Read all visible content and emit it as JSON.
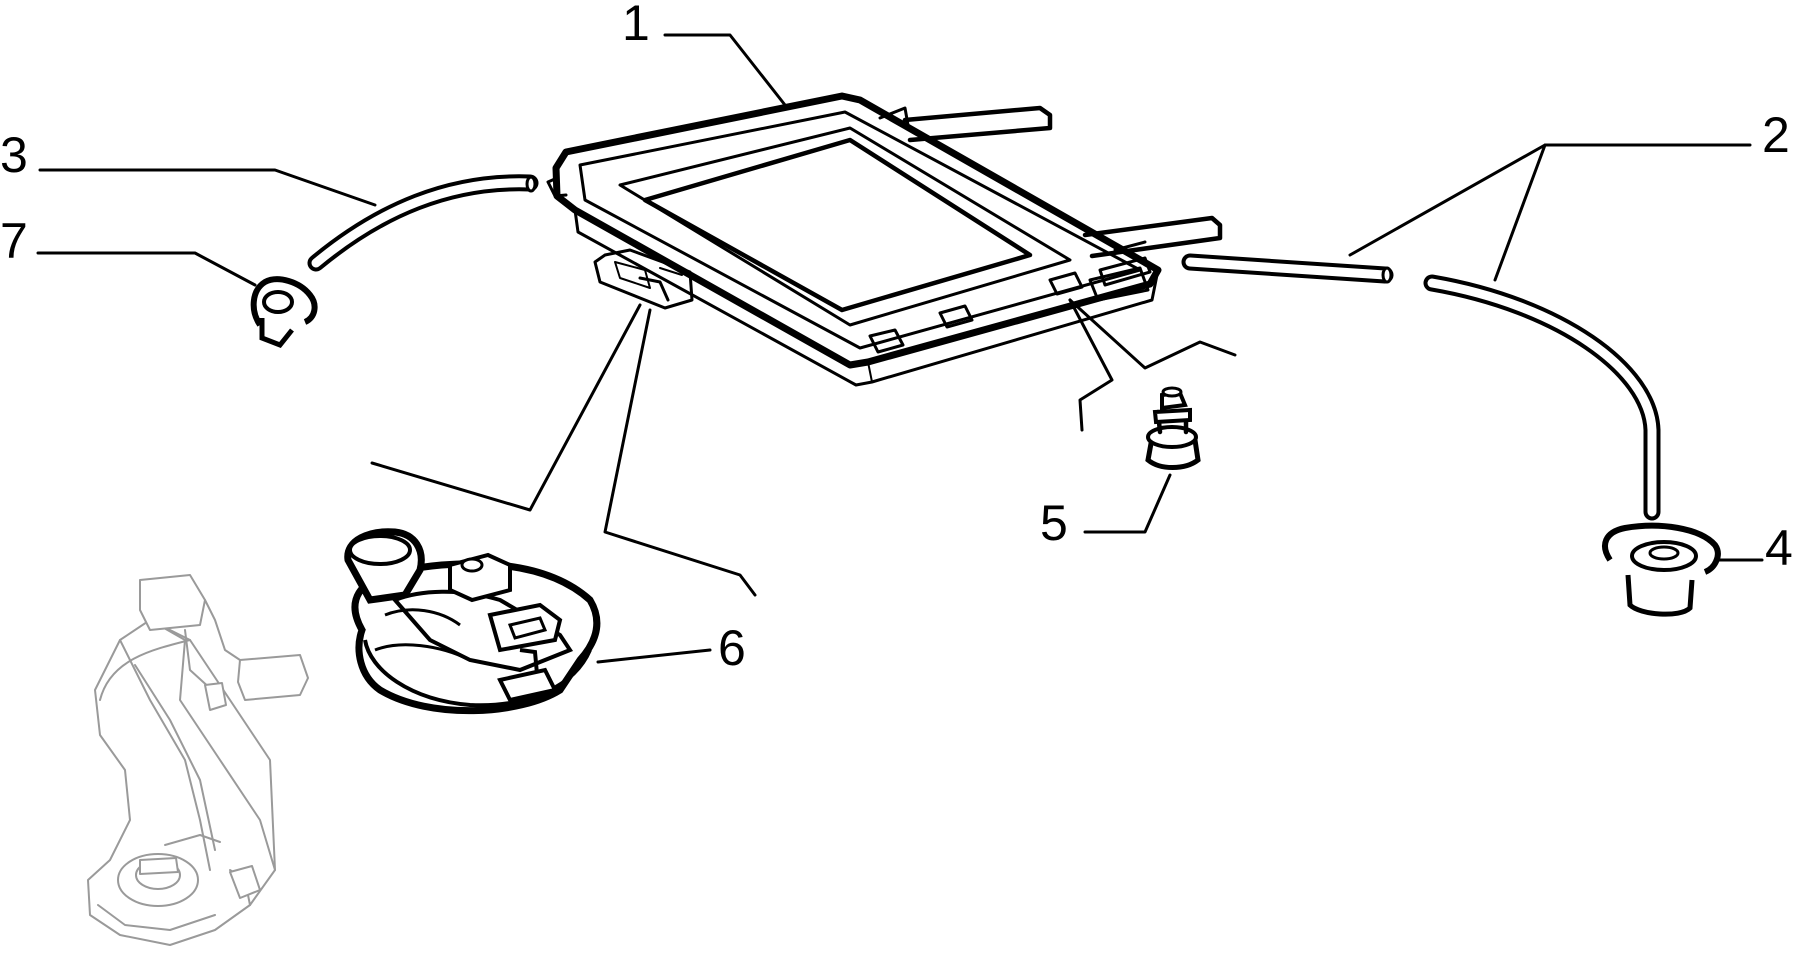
{
  "callouts": [
    {
      "id": "1",
      "label": "1"
    },
    {
      "id": "2",
      "label": "2"
    },
    {
      "id": "3",
      "label": "3"
    },
    {
      "id": "4",
      "label": "4"
    },
    {
      "id": "5",
      "label": "5"
    },
    {
      "id": "6",
      "label": "6"
    },
    {
      "id": "7",
      "label": "7"
    }
  ],
  "colors": {
    "line": "#000000",
    "reference_drawing": "#9a9a9a",
    "background": "#ffffff"
  }
}
